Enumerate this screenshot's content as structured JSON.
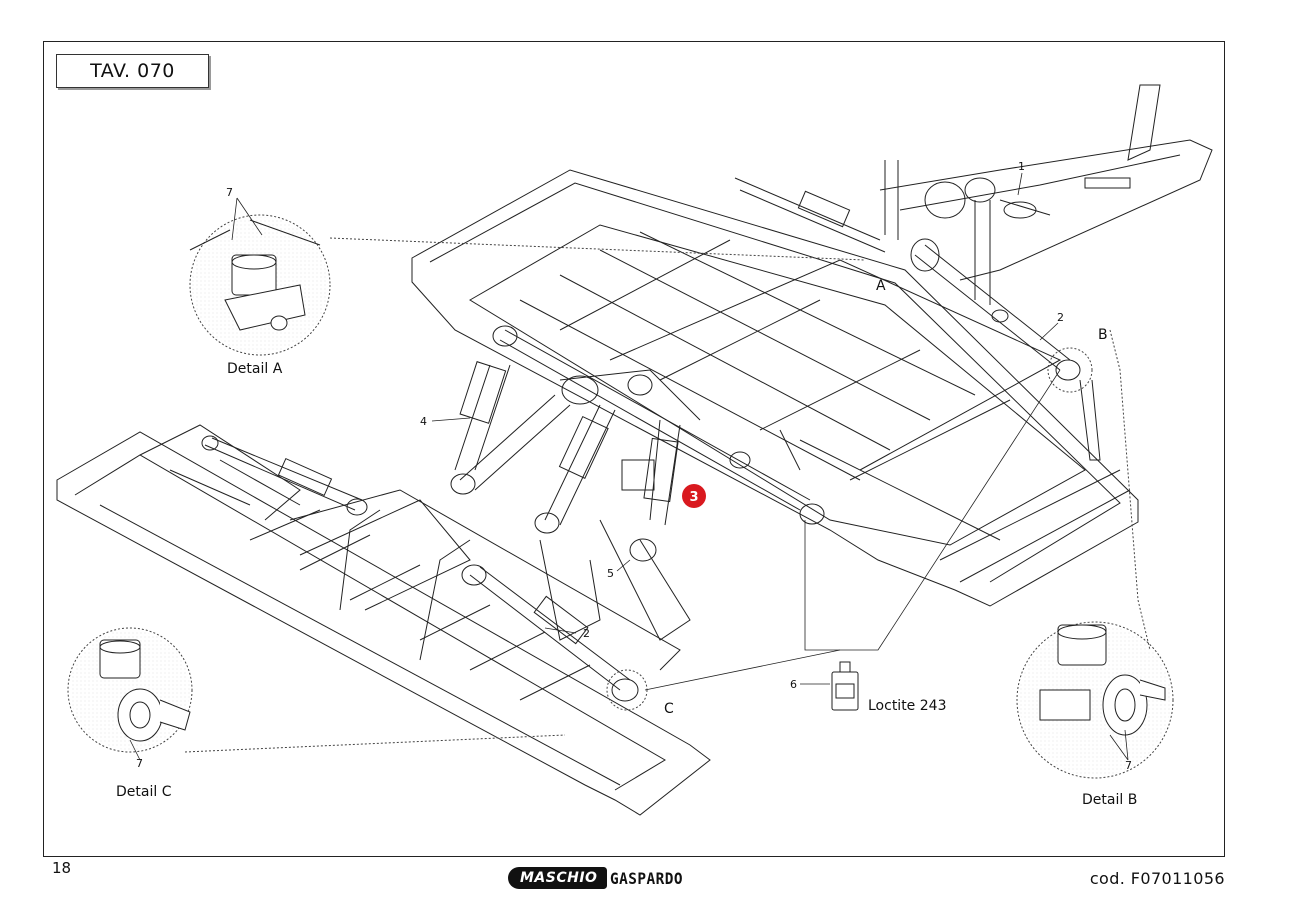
{
  "table_ref": "TAV. 070",
  "page_number": "18",
  "document_code": "cod.  F07011056",
  "logo": {
    "brand1": "MASCHIO",
    "brand2": "GASPARDO"
  },
  "highlight_color": "#d9191f",
  "callouts": {
    "c1": "1",
    "c2a": "2",
    "c2b": "2",
    "c3": "3",
    "c4": "4",
    "c5": "5",
    "c6": "6",
    "c7a": "7",
    "c7b": "7",
    "c7c": "7",
    "detailA": "A",
    "detailB": "B",
    "detailC": "C"
  },
  "detail_labels": {
    "a": "Detail A",
    "b": "Detail B",
    "c": "Detail C"
  },
  "consumable": "Loctite 243"
}
